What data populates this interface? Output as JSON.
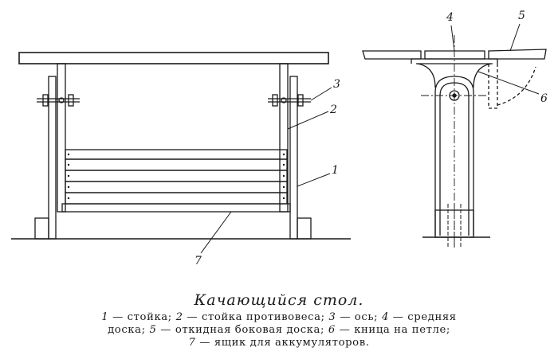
{
  "labels": {
    "n1": "1",
    "n2": "2",
    "n3": "3",
    "n4": "4",
    "n5": "5",
    "n6": "6",
    "n7": "7"
  },
  "caption": {
    "title": "Качающийся стол.",
    "legend": [
      {
        "num": "1",
        "text": " — стойка; "
      },
      {
        "num": "2",
        "text": " — стойка противовеса; "
      },
      {
        "num": "3",
        "text": " — ось; "
      },
      {
        "num": "4",
        "text": " — средняя"
      },
      {
        "text": "доска; "
      },
      {
        "num": "5",
        "text": " — откидная боковая доска; "
      },
      {
        "num": "6",
        "text": " — кница на петле;"
      },
      {
        "num": "7",
        "text": " — ящик для аккумуляторов."
      }
    ]
  },
  "colors": {
    "ink": "#1a1a1a",
    "paper": "#ffffff"
  }
}
